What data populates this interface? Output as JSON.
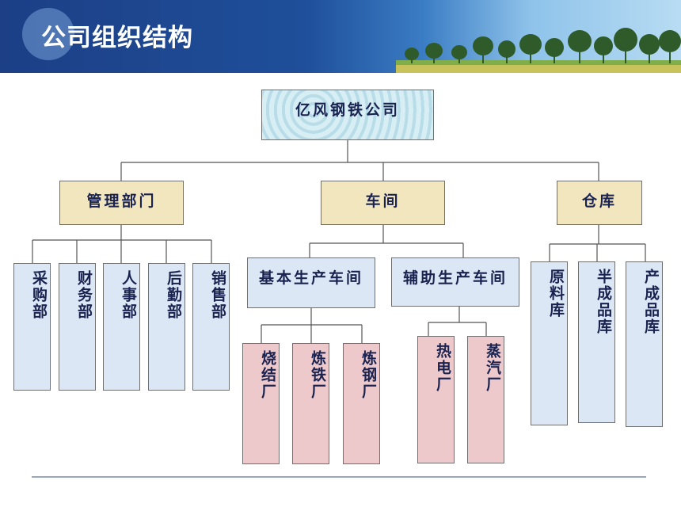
{
  "page": {
    "title": "公司组织结构"
  },
  "org": {
    "root": "亿风钢铁公司",
    "level1": [
      "管理部门",
      "车间",
      "仓库"
    ],
    "management": [
      "采购部",
      "财务部",
      "人事部",
      "后勤部",
      "销售部"
    ],
    "workshops": [
      "基本生产车间",
      "辅助生产车间"
    ],
    "basic_production": [
      "烧结厂",
      "炼铁厂",
      "炼钢厂"
    ],
    "auxiliary_production": [
      "热电厂",
      "蒸汽厂"
    ],
    "warehouse": [
      "原料库",
      "半成品库",
      "产成品库"
    ]
  },
  "colors": {
    "banner": "#1f4f9a",
    "top_node": "#bfe1ea",
    "level1_node": "#f2e6bf",
    "blue_node": "#dbe7f4",
    "pink_node": "#edc9cc",
    "connector": "#555555"
  },
  "icons": {
    "banner_decoration": "landscape-trees-icon"
  }
}
